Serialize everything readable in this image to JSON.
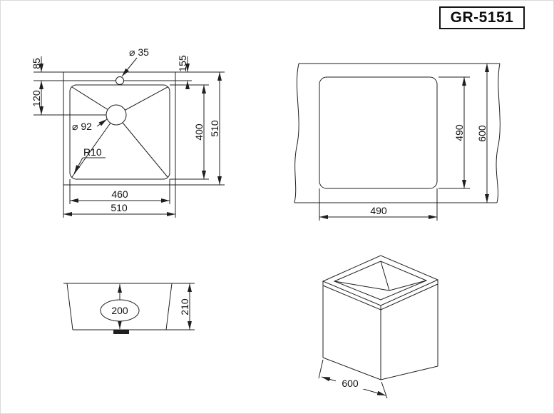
{
  "title": "GR-5151",
  "plan_view": {
    "dim_top_offset": "85",
    "dim_drain_offset": "120",
    "tap_hole_dia": "⌀ 35",
    "dim_tap_offset": "155",
    "dim_bowl_height": "400",
    "dim_overall_height": "510",
    "dim_bowl_width": "460",
    "dim_overall_width": "510",
    "drain_dia": "⌀ 92",
    "corner_radius": "R10"
  },
  "cutout_view": {
    "dim_cutout_height": "490",
    "dim_counter_depth": "600",
    "dim_cutout_width": "490"
  },
  "side_view": {
    "dim_inner_depth": "200",
    "dim_overall_depth": "210"
  },
  "perspective_view": {
    "dim_cabinet_width": "600"
  }
}
